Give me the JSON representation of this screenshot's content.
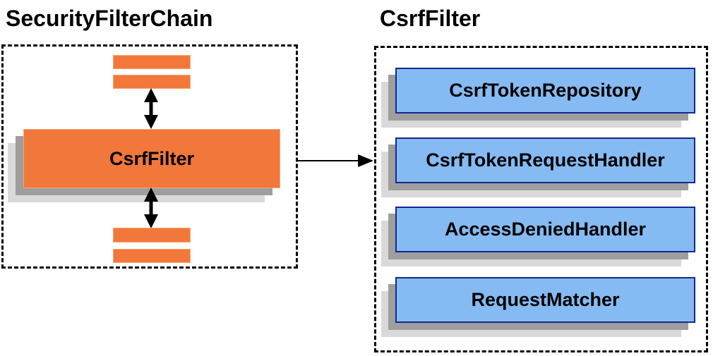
{
  "diagram": {
    "left_group": {
      "title": "SecurityFilterChain",
      "filter_box_label": "CsrfFilter",
      "other_filters": [
        "filter-bar",
        "filter-bar",
        "filter-bar",
        "filter-bar"
      ]
    },
    "right_group": {
      "title": "CsrfFilter",
      "components": [
        "CsrfTokenRepository",
        "CsrfTokenRequestHandler",
        "AccessDeniedHandler",
        "RequestMatcher"
      ]
    },
    "connections": {
      "left_internal": "vertical double-headed arrows between filter stack and CsrfFilter",
      "cross": "arrow from CsrfFilter box to CsrfFilter group"
    },
    "colors": {
      "filter_orange": "#F2773B",
      "filter_orange_border": "#FAA66F",
      "component_blue": "#85BBF2",
      "component_blue_border": "#15288F",
      "shadow_dark": "#9E9E9E",
      "shadow_light": "#D9D9D9",
      "line_black": "#000000",
      "background": "#FFFFFF"
    }
  }
}
